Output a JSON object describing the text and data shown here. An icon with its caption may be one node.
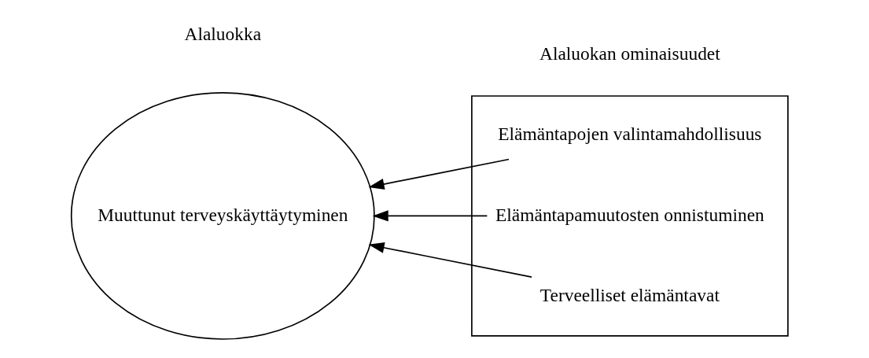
{
  "diagram": {
    "nodes": [
      {
        "text": [
          "Muuttunut terveyskäyttäytyminen"
        ]
      },
      {
        "text": [],
        "shape": "box"
      },
      {
        "text": [
          "Elämäntapojen valintamahdollisuus"
        ],
        "in": 1
      },
      {
        "text": [
          "Elämäntapamuutosten onnistuminen"
        ],
        "in": 1
      },
      {
        "text": [
          "Terveelliset elämäntavat"
        ],
        "in": 1
      }
    ],
    "edges": [
      {
        "from": 2,
        "to": 0,
        "arrow": "to"
      },
      {
        "from": 3,
        "to": 0,
        "arrow": "to"
      },
      {
        "from": 4,
        "to": 0,
        "arrow": "to"
      }
    ],
    "labels": [
      "Alaluokka",
      "Alaluokan ominaisuudet"
    ]
  }
}
